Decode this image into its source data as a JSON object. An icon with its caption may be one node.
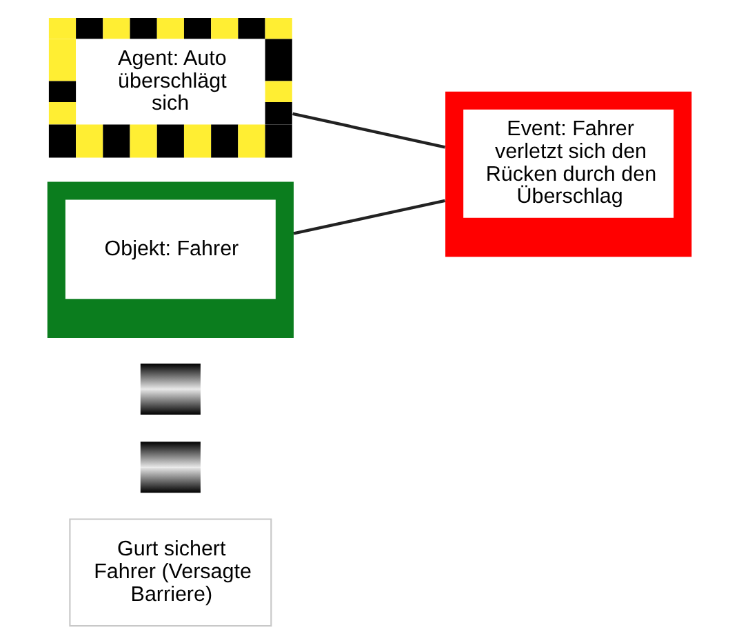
{
  "diagram": {
    "nodes": [
      {
        "text": [
          "Agent: Auto überschlägt sich"
        ]
      },
      {
        "text": [
          "Event: Fahrer verletzt sich den Rücken durch den Überschlag"
        ]
      },
      {
        "text": [
          "Objekt: Fahrer"
        ]
      },
      {
        "text": [],
        "shape": "bar"
      },
      {
        "text": [],
        "shape": "bar"
      },
      {
        "text": [
          "Gurt sichert Fahrer (Versagte Barriere)"
        ]
      }
    ],
    "edges": [
      {
        "from": 0,
        "to": 1,
        "arrow": "none"
      },
      {
        "from": 2,
        "to": 1,
        "arrow": "none"
      }
    ]
  }
}
